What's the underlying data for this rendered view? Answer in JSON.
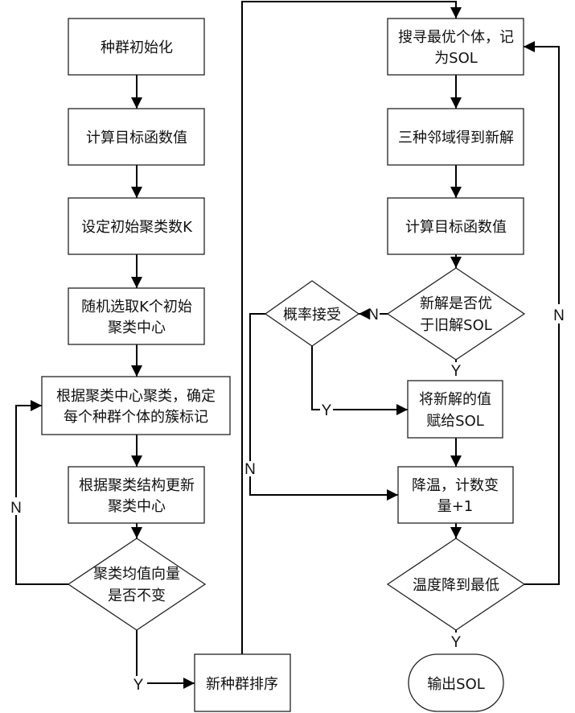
{
  "nodes": {
    "init": {
      "lines": [
        "种群初始化"
      ]
    },
    "calc_obj_1": {
      "lines": [
        "计算目标函数值"
      ]
    },
    "set_k": {
      "lines": [
        "设定初始聚类数K"
      ]
    },
    "select_centers": {
      "lines": [
        "随机选取K个初始",
        "聚类中心"
      ]
    },
    "assign_clusters": {
      "lines": [
        "根据聚类中心聚类，确定",
        "每个种群个体的簇标记"
      ]
    },
    "update_centers": {
      "lines": [
        "根据聚类结构更新",
        "聚类中心"
      ]
    },
    "check_unchanged": {
      "lines": [
        "聚类均值向量",
        "是否不变"
      ]
    },
    "sort_population": {
      "lines": [
        "新种群排序"
      ]
    },
    "search_best": {
      "lines": [
        "搜寻最优个体，记",
        "为SOL"
      ]
    },
    "neighborhood": {
      "lines": [
        "三种邻域得到新解"
      ]
    },
    "calc_obj_2": {
      "lines": [
        "计算目标函数值"
      ]
    },
    "better_check": {
      "lines": [
        "新解是否优",
        "于旧解SOL"
      ]
    },
    "prob_accept": {
      "lines": [
        "概率接受"
      ]
    },
    "assign_sol": {
      "lines": [
        "将新解的值",
        "赋给SOL"
      ]
    },
    "cool_down": {
      "lines": [
        "降温，计数变",
        "量+1"
      ]
    },
    "temp_check": {
      "lines": [
        "温度降到最低"
      ]
    },
    "output": {
      "lines": [
        "输出SOL"
      ]
    }
  },
  "edge_labels": {
    "loop_n": "N",
    "unchanged_y": "Y",
    "better_n": "N",
    "better_y": "Y",
    "prob_y": "Y",
    "prob_n": "N",
    "temp_n": "N",
    "temp_y": "Y"
  }
}
